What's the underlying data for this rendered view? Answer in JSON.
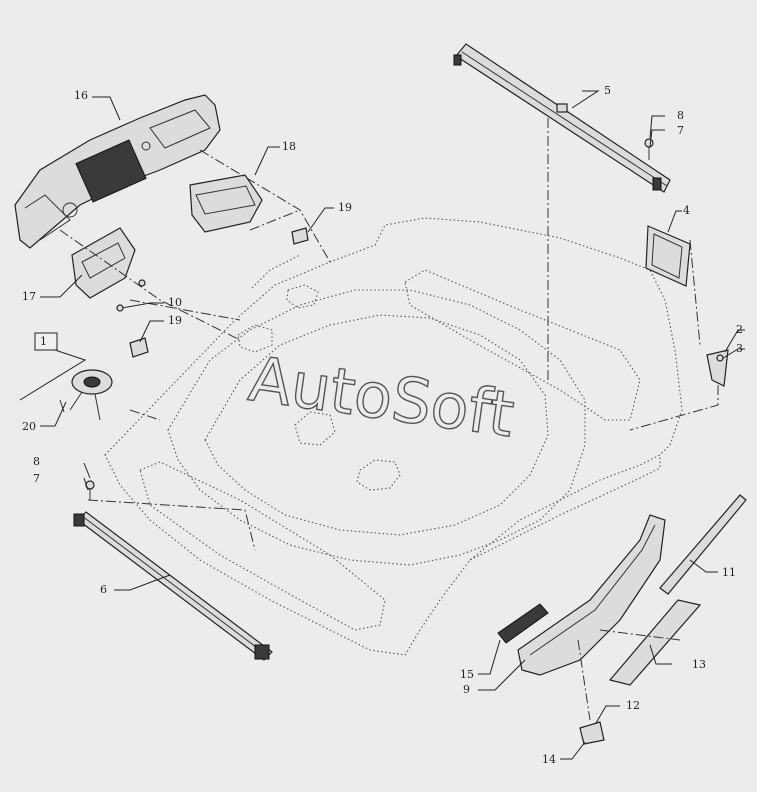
{
  "watermark": "AutoSoft",
  "callouts": [
    {
      "id": "c1",
      "label": "1"
    },
    {
      "id": "c2",
      "label": "2"
    },
    {
      "id": "c3",
      "label": "3"
    },
    {
      "id": "c4",
      "label": "4"
    },
    {
      "id": "c5",
      "label": "5"
    },
    {
      "id": "c6",
      "label": "6"
    },
    {
      "id": "c7a",
      "label": "7"
    },
    {
      "id": "c7b",
      "label": "7"
    },
    {
      "id": "c8a",
      "label": "8"
    },
    {
      "id": "c8b",
      "label": "8"
    },
    {
      "id": "c9",
      "label": "9"
    },
    {
      "id": "c10",
      "label": "10"
    },
    {
      "id": "c11",
      "label": "11"
    },
    {
      "id": "c12",
      "label": "12"
    },
    {
      "id": "c13",
      "label": "13"
    },
    {
      "id": "c14",
      "label": "14"
    },
    {
      "id": "c15",
      "label": "15"
    },
    {
      "id": "c16",
      "label": "16"
    },
    {
      "id": "c17",
      "label": "17"
    },
    {
      "id": "c18",
      "label": "18"
    },
    {
      "id": "c19a",
      "label": "19"
    },
    {
      "id": "c19b",
      "label": "19"
    },
    {
      "id": "c20",
      "label": "20"
    }
  ]
}
